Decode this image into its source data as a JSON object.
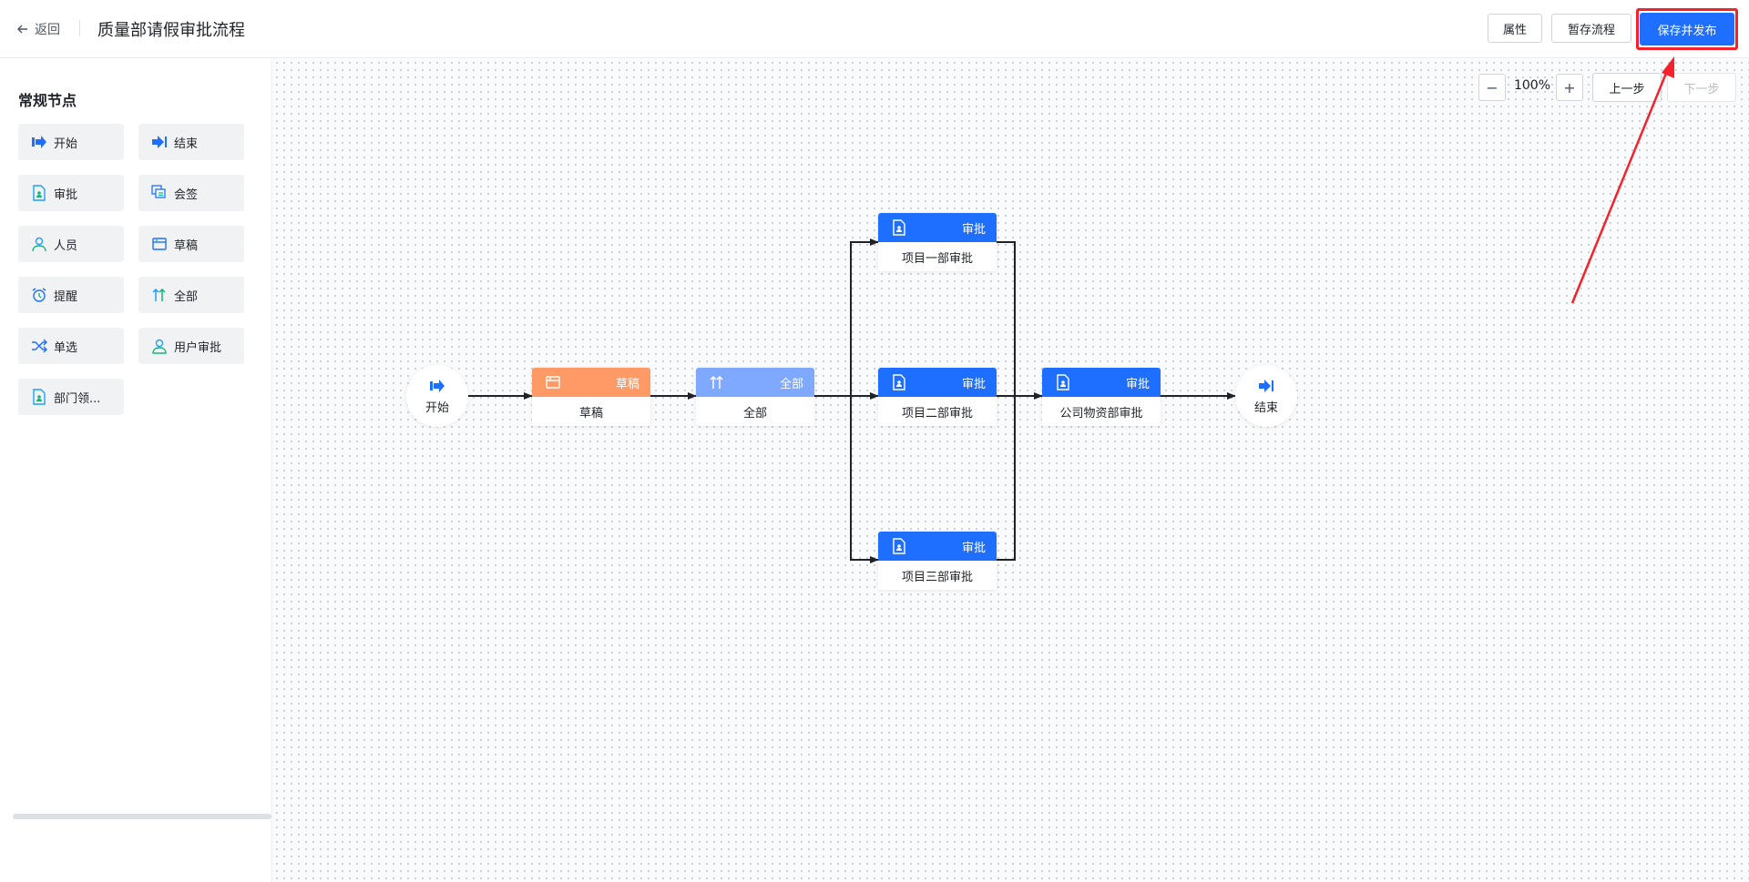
{
  "header": {
    "back_label": "返回",
    "title": "质量部请假审批流程",
    "properties_label": "属性",
    "save_draft_label": "暂存流程",
    "publish_label": "保存并发布"
  },
  "sidebar": {
    "section_title": "常规节点",
    "items": [
      {
        "label": "开始",
        "icon": "start-arrow-icon"
      },
      {
        "label": "结束",
        "icon": "end-arrow-icon"
      },
      {
        "label": "审批",
        "icon": "approval-doc-icon"
      },
      {
        "label": "会签",
        "icon": "countersign-icon"
      },
      {
        "label": "人员",
        "icon": "person-icon"
      },
      {
        "label": "草稿",
        "icon": "draft-window-icon"
      },
      {
        "label": "提醒",
        "icon": "alarm-clock-icon"
      },
      {
        "label": "全部",
        "icon": "parallel-arrows-icon"
      },
      {
        "label": "单选",
        "icon": "shuffle-icon"
      },
      {
        "label": "用户审批",
        "icon": "user-approval-icon"
      },
      {
        "label": "部门领...",
        "icon": "dept-leader-doc-icon"
      }
    ]
  },
  "canvas_toolbar": {
    "zoom_out": "−",
    "zoom_level": "100%",
    "zoom_in": "+",
    "undo_label": "上一步",
    "redo_label": "下一步"
  },
  "flow": {
    "start": {
      "label": "开始"
    },
    "end": {
      "label": "结束"
    },
    "nodes": [
      {
        "id": "draft",
        "type_label": "草稿",
        "name": "草稿",
        "color": "#ff9966"
      },
      {
        "id": "all",
        "type_label": "全部",
        "name": "全部",
        "color": "#7fa8ff"
      },
      {
        "id": "dept1",
        "type_label": "审批",
        "name": "项目一部审批",
        "color": "#1e6fff"
      },
      {
        "id": "dept2",
        "type_label": "审批",
        "name": "项目二部审批",
        "color": "#1e6fff"
      },
      {
        "id": "dept3",
        "type_label": "审批",
        "name": "项目三部审批",
        "color": "#1e6fff"
      },
      {
        "id": "materials",
        "type_label": "审批",
        "name": "公司物资部审批",
        "color": "#1e6fff"
      }
    ]
  },
  "colors": {
    "primary": "#1e6fff",
    "annotation_red": "#f5222d"
  }
}
